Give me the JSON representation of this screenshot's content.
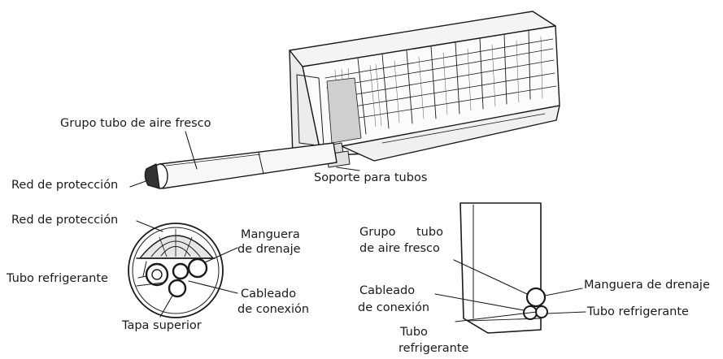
{
  "labels": {
    "top": {
      "fresh_air_group": "Grupo tubo de aire fresco",
      "protection_net": "Red de protección",
      "pipe_support": "Soporte para tubos"
    },
    "cross_section": {
      "protection_net": "Red de protección",
      "drain_hose_line1": "Manguera",
      "drain_hose_line2": "de drenaje",
      "refrigerant_pipe": "Tubo refrigerante",
      "connection_wiring_line1": "Cableado",
      "connection_wiring_line2": "de conexión",
      "top_cover": "Tapa superior"
    },
    "side_view": {
      "fresh_air_group_line1a": "Grupo",
      "fresh_air_group_line1b": "tubo",
      "fresh_air_group_line2": "de aire fresco",
      "connection_wiring_line1": "Cableado",
      "connection_wiring_line2": "de conexión",
      "refrigerant_pipe_line1": "Tubo",
      "refrigerant_pipe_line2": "refrigerante",
      "drain_hose": "Manguera de drenaje",
      "refrigerant_pipe_right": "Tubo refrigerante"
    }
  },
  "colors": {
    "ink": "#1a1a1a",
    "background": "#ffffff"
  }
}
